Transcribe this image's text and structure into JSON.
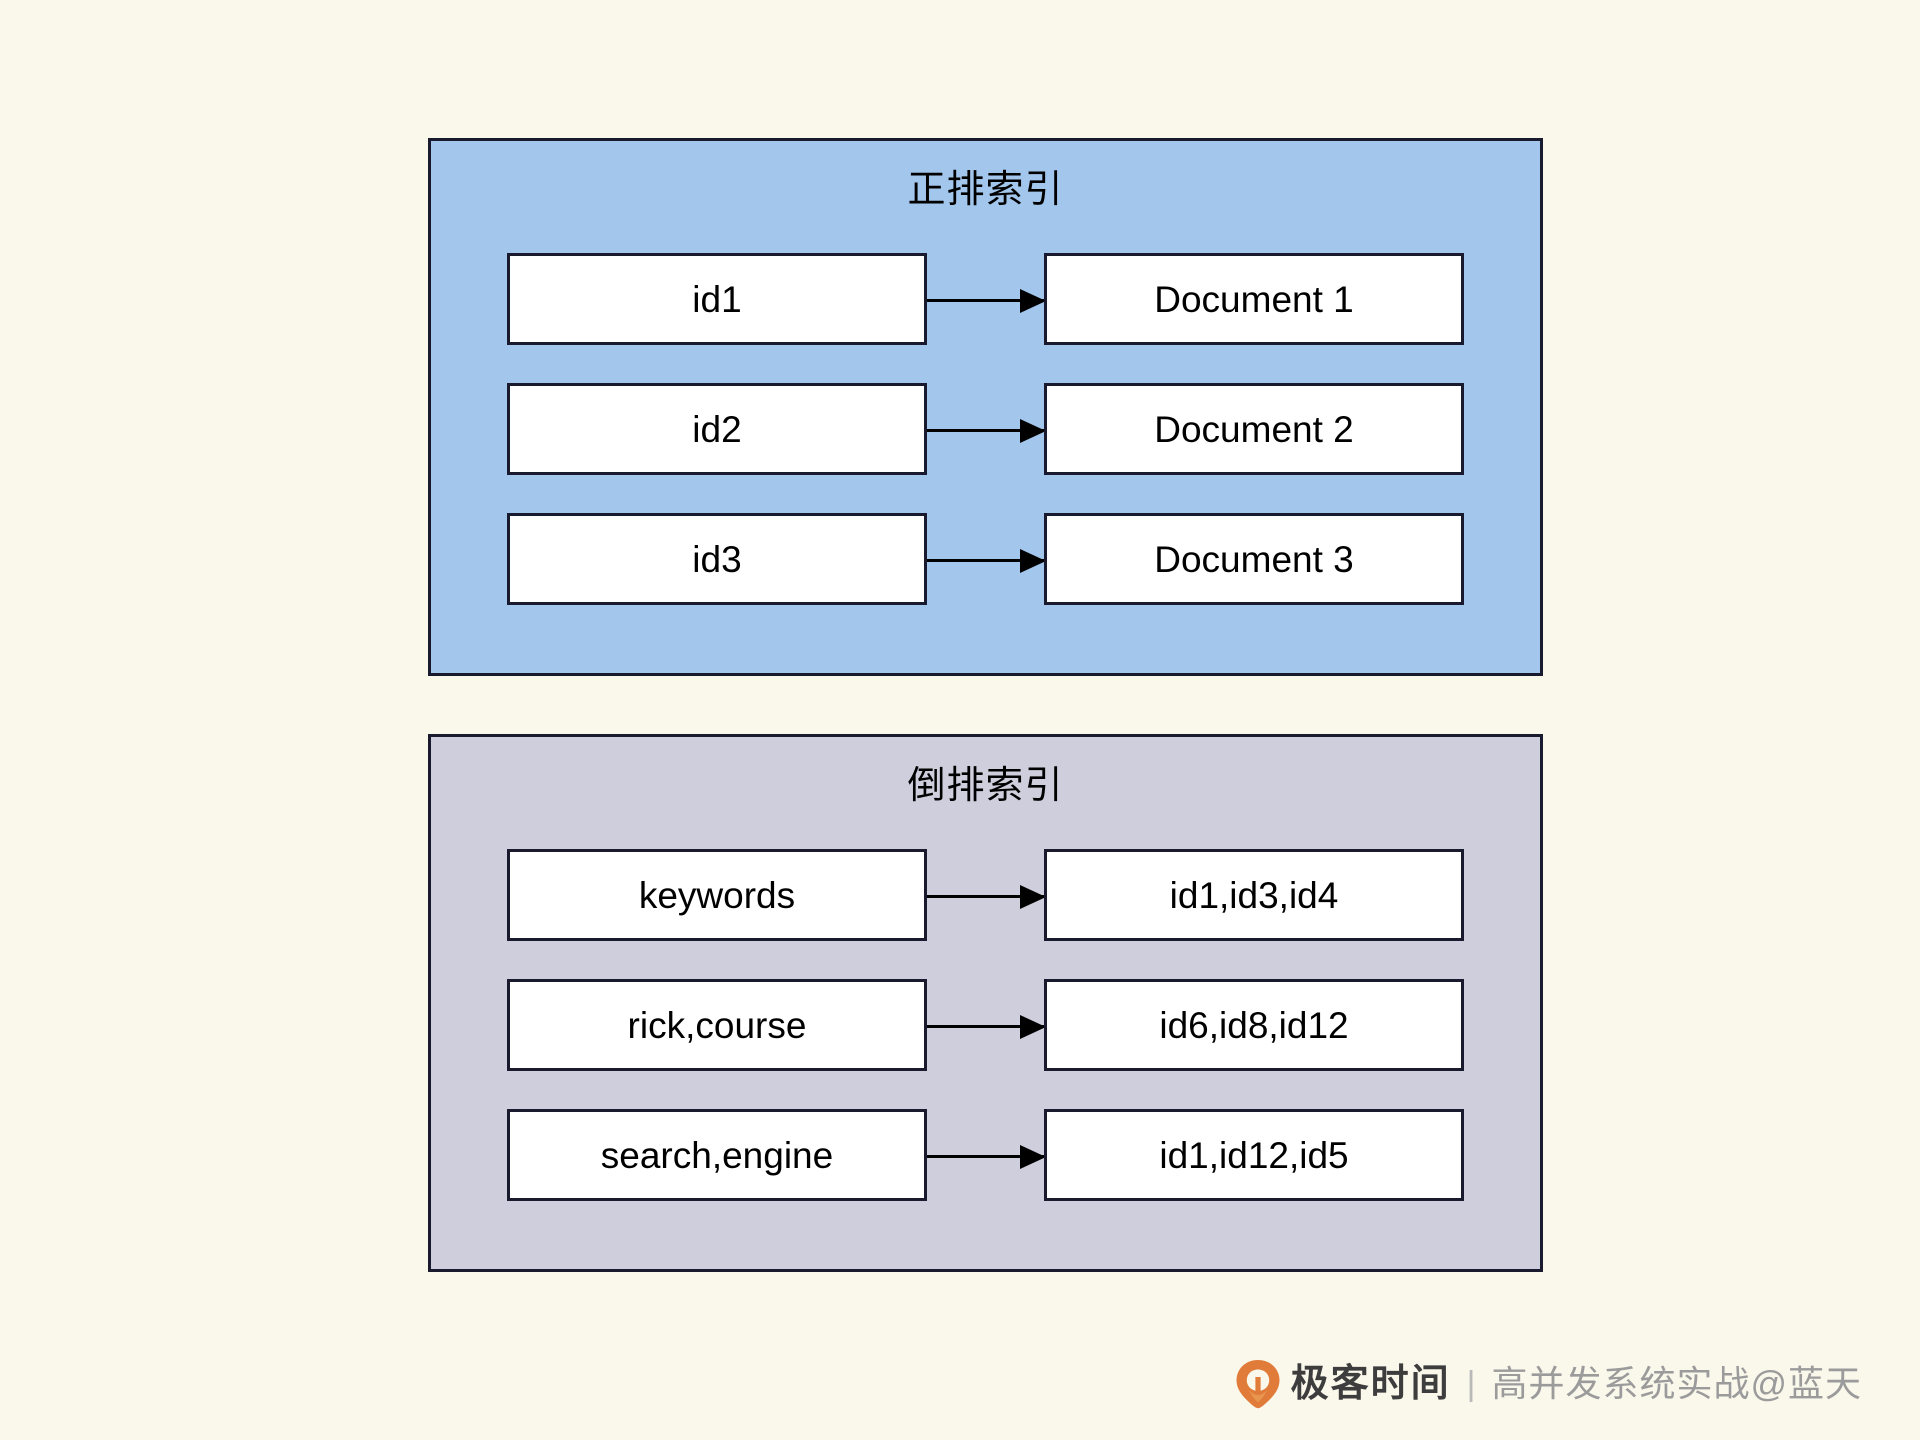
{
  "page": {
    "background_color": "#faf7eb"
  },
  "panels": [
    {
      "id": "forward-index",
      "title": "正排索引",
      "background_color": "#a3c6ed",
      "border_color": "#1a1a2e",
      "rows": [
        {
          "left": "id1",
          "right": "Document 1"
        },
        {
          "left": "id2",
          "right": "Document 2"
        },
        {
          "left": "id3",
          "right": "Document 3"
        }
      ]
    },
    {
      "id": "inverted-index",
      "title": "倒排索引",
      "background_color": "#cfcedd",
      "border_color": "#1a1a2e",
      "rows": [
        {
          "left": "keywords",
          "right": "id1,id3,id4"
        },
        {
          "left": "rick,course",
          "right": "id6,id8,id12"
        },
        {
          "left": "search,engine",
          "right": "id1,id12,id5"
        }
      ]
    }
  ],
  "footer": {
    "logo_icon": "geek-time-pin-logo-icon",
    "logo_color": "#e07b39",
    "brand": "极客时间",
    "separator": "|",
    "course": "高并发系统实战@蓝天"
  }
}
